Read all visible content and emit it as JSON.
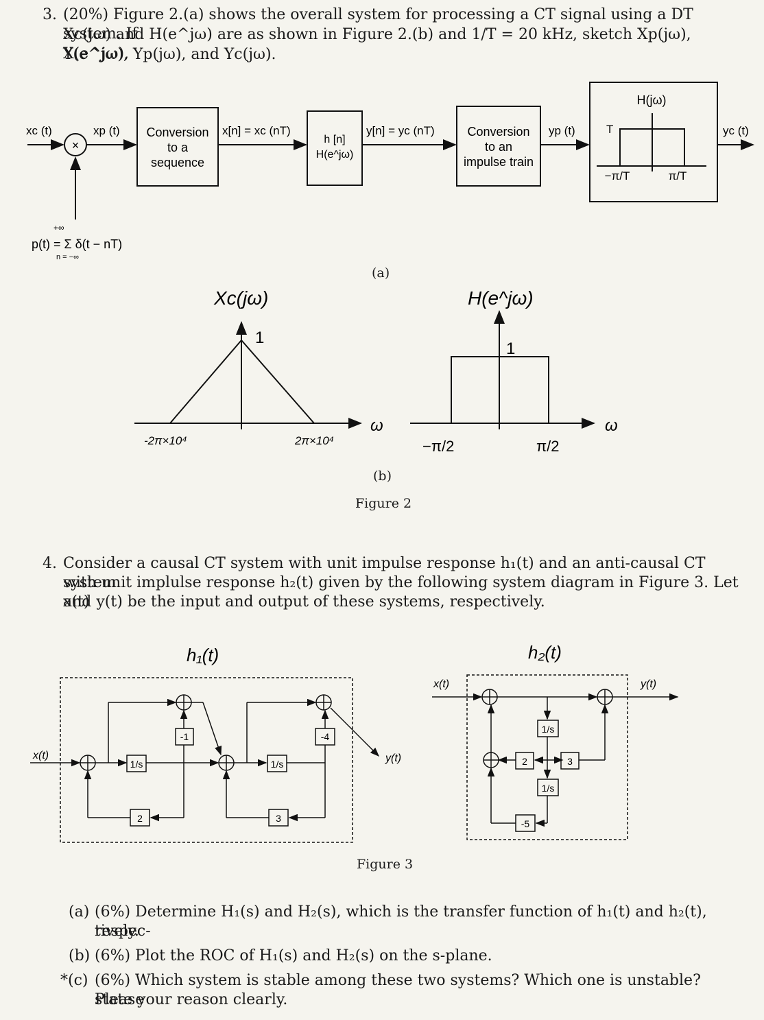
{
  "problem3": {
    "number": "3.",
    "lines": [
      "(20%) Figure 2.(a) shows the overall system for processing a CT signal using a DT system.  If",
      "Xc(jω) and H(e^jω) are as shown in Figure 2.(b) and 1/T = 20 kHz, sketch Xp(jω), X(e^jω),",
      "Y(e^jω), Yp(jω), and Yc(jω)."
    ]
  },
  "figure2": {
    "caption": "Figure 2",
    "sub_a": "(a)",
    "sub_b": "(b)",
    "block_diagram": {
      "xc": "xc (t)",
      "xp": "xp (t)",
      "multiplier": "×",
      "conv1": [
        "Conversion",
        "to a",
        "sequence"
      ],
      "xn": "x[n] = xc (nT)",
      "filter": [
        "h [n]",
        "H(e^jω)"
      ],
      "yn": "y[n] = yc (nT)",
      "conv2": [
        "Conversion",
        "to an",
        "impulse train"
      ],
      "yp": "yp (t)",
      "hjw_title": "H(jω)",
      "hjw_gain": "T",
      "hjw_neg": "−π/T",
      "hjw_pos": "π/T",
      "yc": "yc (t)",
      "pt": "p(t) = Σ δ(t − nT)",
      "pt_upper": "+∞",
      "pt_lower": "n = −∞"
    },
    "xc_plot": {
      "title": "Xc(jω)",
      "peak": "1",
      "left_tick": "-2π×10⁴",
      "right_tick": "2π×10⁴",
      "axis": "ω"
    },
    "h_plot": {
      "title": "H(e^jω)",
      "gain": "1",
      "left_tick": "−π/2",
      "right_tick": "π/2",
      "axis": "ω"
    }
  },
  "problem4": {
    "number": "4.",
    "lines": [
      "Consider a causal CT system with unit impulse response h₁(t) and an anti-causal CT system",
      "with unit implulse response h₂(t) given by the following system diagram in Figure 3.  Let x(t)",
      "and y(t) be the input and output of these systems, respectively."
    ]
  },
  "figure3": {
    "caption": "Figure 3",
    "h1": {
      "title": "h₁(t)",
      "input": "x(t)",
      "output": "y(t)",
      "int1": "1/s",
      "int2": "1/s",
      "g_neg1": "-1",
      "g_neg4": "-4",
      "g_2": "2",
      "g_3": "3"
    },
    "h2": {
      "title": "h₂(t)",
      "input": "x(t)",
      "output": "y(t)",
      "int1": "1/s",
      "int2": "1/s",
      "g_2": "2",
      "g_3": "3",
      "g_neg5": "-5"
    }
  },
  "questions": [
    {
      "label": "(a)",
      "text": "(6%) Determine H₁(s) and H₂(s), which is the transfer function of h₁(t) and h₂(t), respec-",
      "cont": "tively."
    },
    {
      "label": "(b)",
      "text": "(6%) Plot the ROC of H₁(s) and H₂(s) on the s-plane.",
      "cont": ""
    },
    {
      "label": "*(c)",
      "text": "(6%) Which system is stable among these two systems?  Which one is unstable?  Please",
      "cont": "state your reason clearly."
    }
  ]
}
